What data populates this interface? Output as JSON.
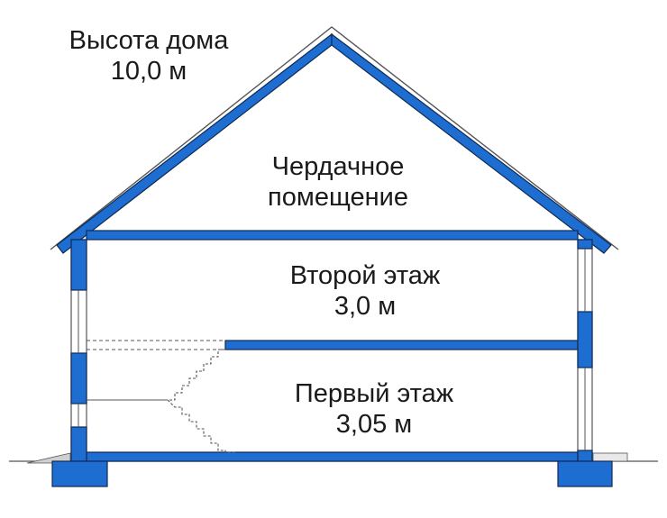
{
  "house_height": {
    "label": "Высота дома",
    "value": "10,0 м"
  },
  "attic": {
    "line1": "Чердачное",
    "line2": "помещение"
  },
  "floor2": {
    "name": "Второй этаж",
    "height": "3,0 м"
  },
  "floor1": {
    "name": "Первый этаж",
    "height": "3,05 м"
  },
  "colors": {
    "structure": "#1e6ed2",
    "outline": "#0f2a55",
    "line": "#555555"
  }
}
